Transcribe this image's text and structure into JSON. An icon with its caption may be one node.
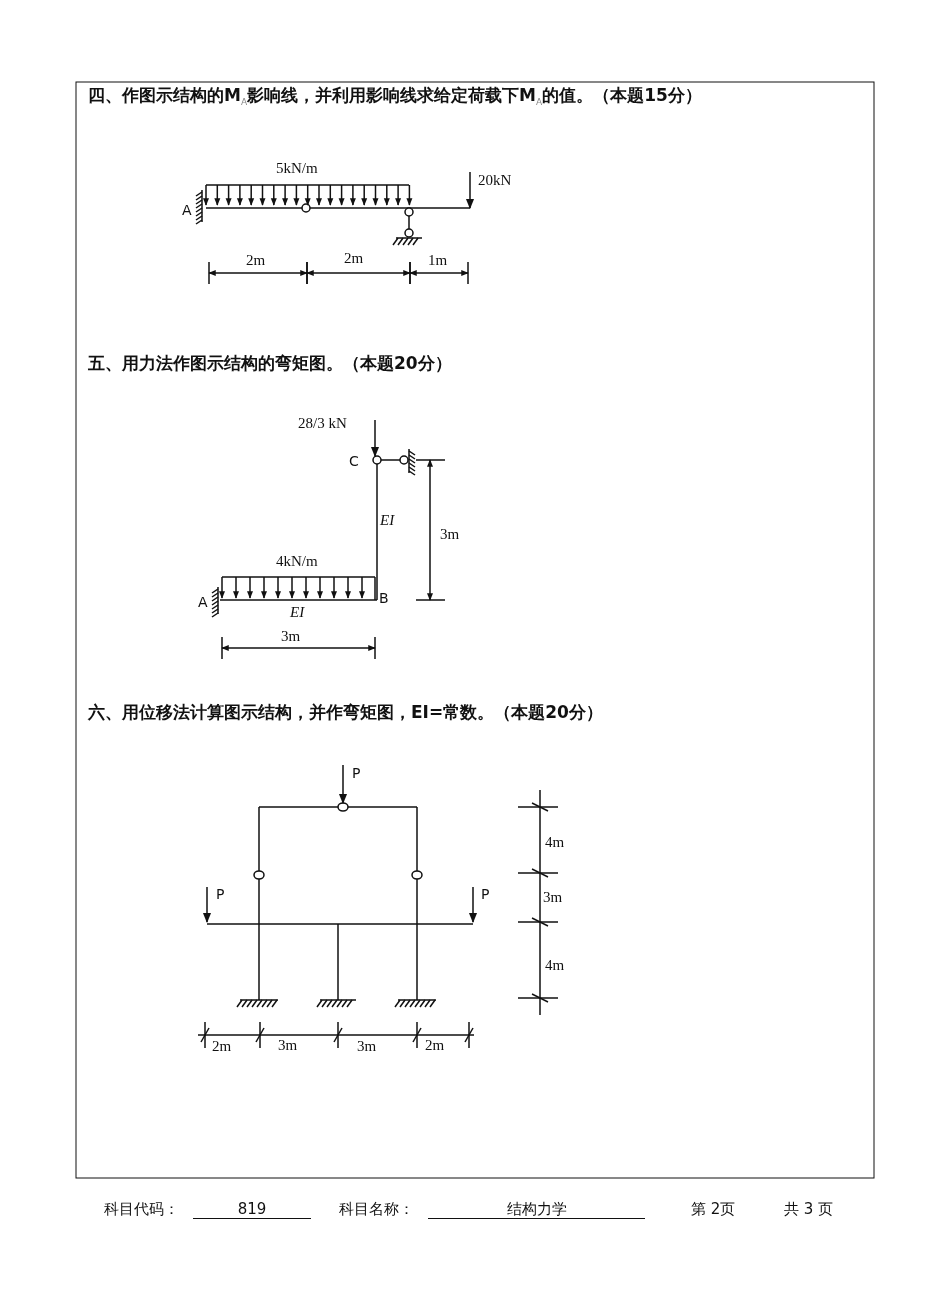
{
  "diagram": {
    "labels": [
      "四、作图示结构的M$_{A}$影响线，并利用影响线求给定荷载下M$_{A}$的值。（本题15分）",
      "5kN/m",
      "20kN",
      "A",
      "2m",
      "2m",
      "1m",
      "五、用力法作图示结构的弯矩图。（本题20分）",
      "28/3 kN",
      "C",
      "EI",
      "3m",
      "4kN/m",
      "A",
      "B",
      "EI",
      "3m",
      "六、用位移法计算图示结构，并作弯矩图，EI=常数。（本题20分）",
      "P",
      "4m",
      "P",
      "P",
      "3m",
      "4m",
      "2m",
      "3m",
      "3m",
      "2m",
      "科目代码：",
      "819",
      "科目名称：",
      "结构力学",
      "第 2页",
      "共 3 页"
    ]
  }
}
